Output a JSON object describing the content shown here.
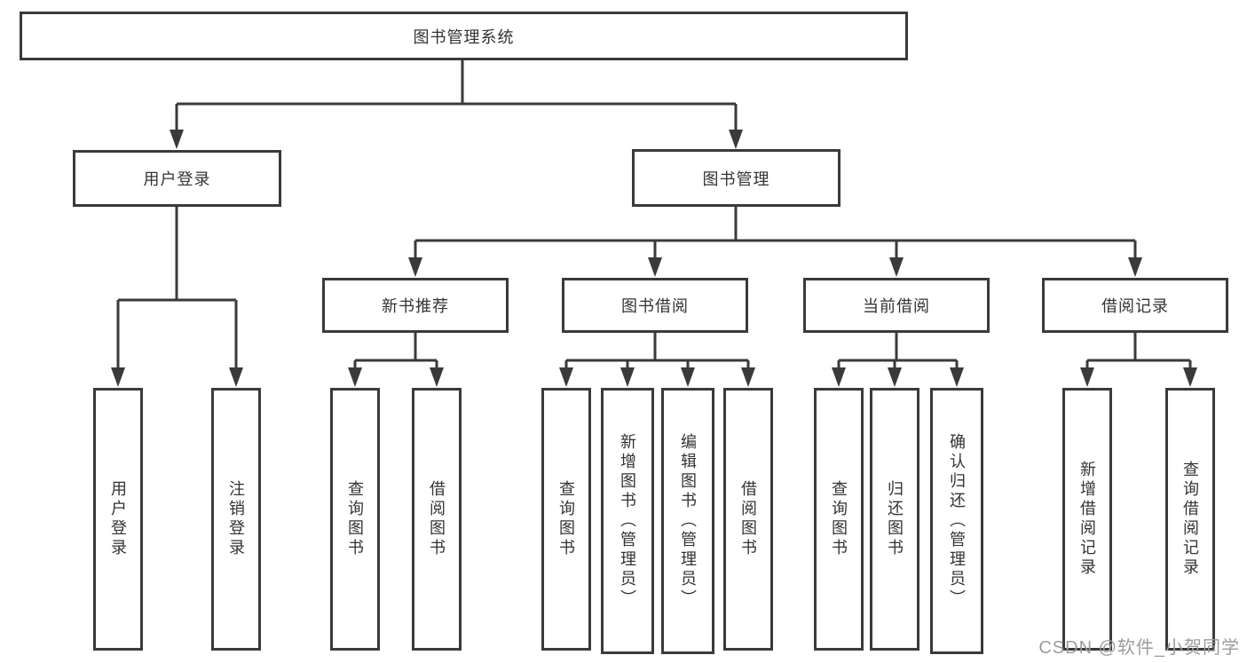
{
  "diagram": {
    "title": "图书管理系统",
    "branches": [
      {
        "label": "用户登录",
        "children": [
          {
            "label": "用户登录"
          },
          {
            "label": "注销登录"
          }
        ]
      },
      {
        "label": "图书管理",
        "children": [
          {
            "label": "新书推荐",
            "children": [
              {
                "label": "查询图书"
              },
              {
                "label": "借阅图书"
              }
            ]
          },
          {
            "label": "图书借阅",
            "children": [
              {
                "label": "查询图书"
              },
              {
                "label": "新增图书（管理员）"
              },
              {
                "label": "编辑图书（管理员）"
              },
              {
                "label": "借阅图书"
              }
            ]
          },
          {
            "label": "当前借阅",
            "children": [
              {
                "label": "查询图书"
              },
              {
                "label": "归还图书"
              },
              {
                "label": "确认归还（管理员）"
              }
            ]
          },
          {
            "label": "借阅记录",
            "children": [
              {
                "label": "新增借阅记录"
              },
              {
                "label": "查询借阅记录"
              }
            ]
          }
        ]
      }
    ]
  },
  "watermark": {
    "text": "CSDN @软件_小贺同学"
  },
  "colors": {
    "line": "#3a3a3a",
    "text": "#333333",
    "box_background": "#ffffff",
    "watermark": "#9c9c9c",
    "page_background": "#ffffff"
  }
}
